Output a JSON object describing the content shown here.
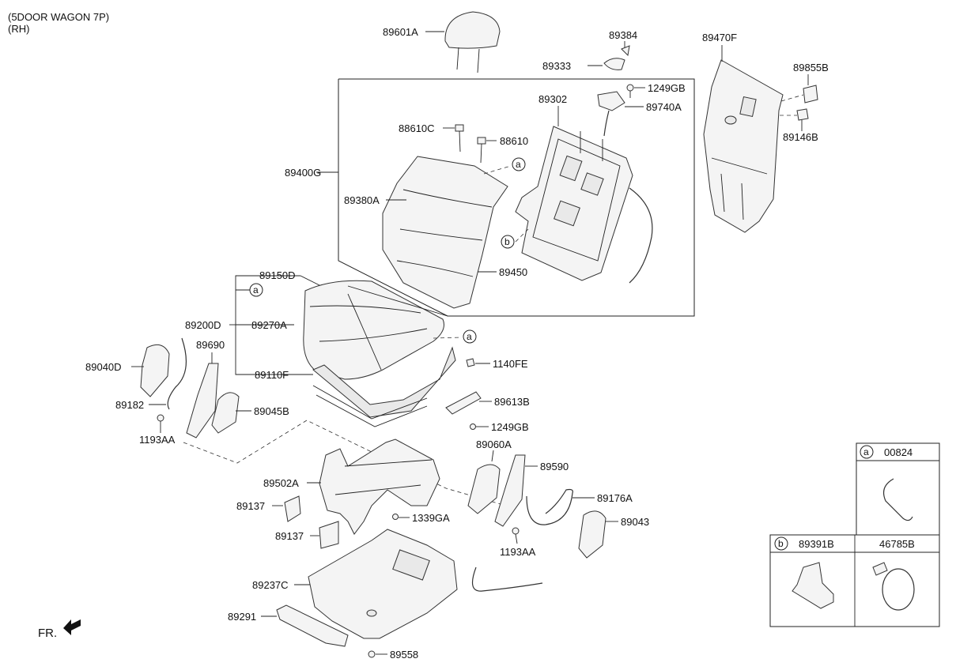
{
  "header": {
    "line1": "(5DOOR WAGON 7P)",
    "line2": "(RH)"
  },
  "direction_label": "FR.",
  "parts": {
    "p89601A": "89601A",
    "p89384": "89384",
    "p89333": "89333",
    "p89470F": "89470F",
    "p89855B": "89855B",
    "p89146B": "89146B",
    "p1249GB_top": "1249GB",
    "p89740A": "89740A",
    "p89302": "89302",
    "p88610C": "88610C",
    "p88610": "88610",
    "p89400G": "89400G",
    "p89380A": "89380A",
    "p89450": "89450",
    "p89150D": "89150D",
    "p89200D": "89200D",
    "p89270A": "89270A",
    "p89110F": "89110F",
    "p1140FE": "1140FE",
    "p89613B": "89613B",
    "p1249GB_bot": "1249GB",
    "p89690": "89690",
    "p89040D": "89040D",
    "p89182": "89182",
    "p89045B": "89045B",
    "p1193AA_left": "1193AA",
    "p89060A": "89060A",
    "p89590": "89590",
    "p89502A": "89502A",
    "p89137_a": "89137",
    "p89137_b": "89137",
    "p1339GA": "1339GA",
    "p89176A": "89176A",
    "p89043": "89043",
    "p1193AA_right": "1193AA",
    "p89237C": "89237C",
    "p89291": "89291",
    "p89558": "89558"
  },
  "callouts": {
    "a": "a",
    "b": "b"
  },
  "legend": {
    "row_a": {
      "marker": "a",
      "part": "00824"
    },
    "row_b": {
      "marker": "b",
      "part1": "89391B",
      "part2": "46785B"
    }
  }
}
